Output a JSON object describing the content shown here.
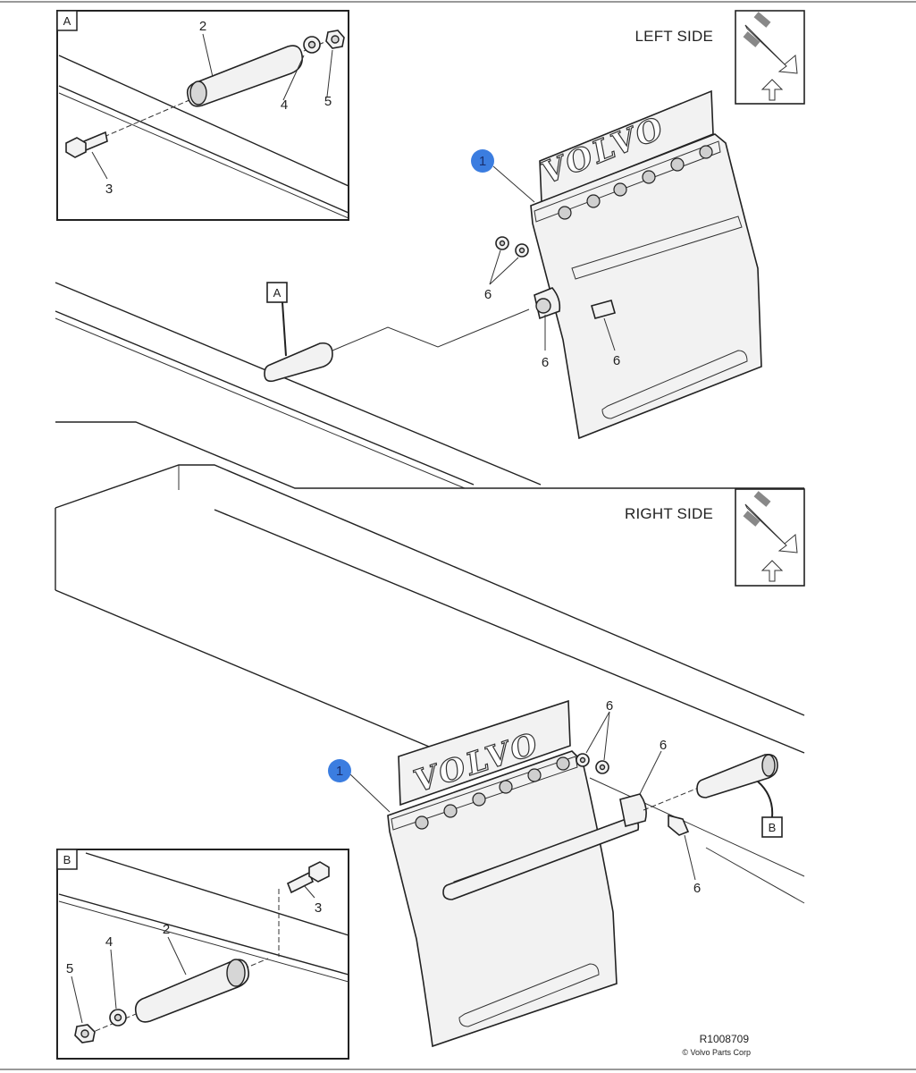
{
  "sides": {
    "left": "LEFT SIDE",
    "right": "RIGHT SIDE"
  },
  "detail_boxes": {
    "a": "A",
    "b": "B"
  },
  "callouts": {
    "mudflap": "1",
    "pin": "2",
    "bolt": "3",
    "washer": "4",
    "nut": "5",
    "fastener": "6"
  },
  "brand_text": "VOLVO",
  "footer": {
    "ref_code": "R1008709",
    "copyright": "© Volvo Parts Corp"
  },
  "colors": {
    "callout_marker": "#3b7de0",
    "line": "#222222",
    "background": "#ffffff"
  },
  "icons": {
    "orientation": "truck-direction-arrow-icon"
  }
}
